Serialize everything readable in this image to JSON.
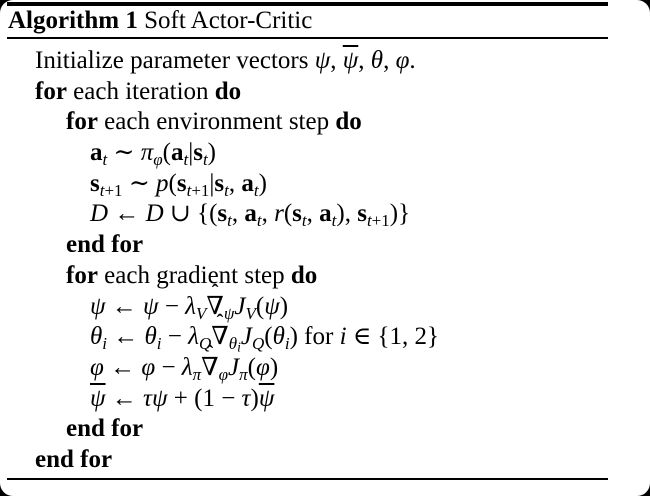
{
  "title": {
    "label": "Algorithm 1",
    "name": "Soft Actor-Critic"
  },
  "algorithm": {
    "lines": [
      {
        "indent": 1,
        "name": "line-initialize",
        "html": "Initialize parameter vectors <i>ψ</i>, <span class='ol'><i>ψ</i></span>, <i>θ</i>, <i>φ</i>."
      },
      {
        "indent": 1,
        "name": "line-for-each-iteration",
        "html": "<b>for</b> each iteration <b>do</b>"
      },
      {
        "indent": 2,
        "name": "line-for-each-environment-step",
        "html": "<b>for</b> each environment step <b>do</b>"
      },
      {
        "indent": 3,
        "name": "line-sample-action",
        "html": "<b>a</b><sub><i>t</i></sub> ∼ <i>π</i><sub><i>φ</i></sub>(<b>a</b><sub><i>t</i></sub>|<b>s</b><sub><i>t</i></sub>)"
      },
      {
        "indent": 3,
        "name": "line-sample-transition",
        "html": "<b>s</b><sub><i>t</i>+1</sub> ∼ <i>p</i>(<b>s</b><sub><i>t</i>+1</sub>|<b>s</b><sub><i>t</i></sub>, <b>a</b><sub><i>t</i></sub>)"
      },
      {
        "indent": 3,
        "name": "line-replay-buffer-update",
        "html": "<i>D</i> ← <i>D</i> ∪ {(<b>s</b><sub><i>t</i></sub>, <b>a</b><sub><i>t</i></sub>, <i>r</i>(<b>s</b><sub><i>t</i></sub>, <b>a</b><sub><i>t</i></sub>), <b>s</b><sub><i>t</i>+1</sub>)}"
      },
      {
        "indent": 2,
        "name": "line-end-for-environment",
        "html": "<b>end for</b>"
      },
      {
        "indent": 2,
        "name": "line-for-each-gradient-step",
        "html": "<b>for</b> each gradient step <b>do</b>"
      },
      {
        "indent": 3,
        "name": "line-update-value-function",
        "html": "<i>ψ</i> ← <i>ψ</i> − <i>λ</i><sub><i>V</i></sub><span class='hat'><span class='hat-mark'>ˆ</span>∇</span><sub><i>ψ</i></sub><i>J</i><sub><i>V</i></sub>(<i>ψ</i>)"
      },
      {
        "indent": 3,
        "name": "line-update-q-functions",
        "html": "<i>θ</i><sub><i>i</i></sub> ← <i>θ</i><sub><i>i</i></sub> − <i>λ</i><sub><i>Q</i></sub><span class='hat'><span class='hat-mark'>ˆ</span>∇</span><sub><i>θ</i><sub><i>i</i></sub></sub><i>J</i><sub><i>Q</i></sub>(<i>θ</i><sub><i>i</i></sub>) for <i>i</i> ∈ {1, 2}"
      },
      {
        "indent": 3,
        "name": "line-update-policy",
        "html": "<i>φ</i> ← <i>φ</i> − <i>λ</i><sub><i>π</i></sub><span class='hat'><span class='hat-mark'>ˆ</span>∇</span><sub><i>φ</i></sub><i>J</i><sub><i>π</i></sub>(<i>φ</i>)"
      },
      {
        "indent": 3,
        "name": "line-update-target-network",
        "html": "<span class='ol'><i>ψ</i></span> ← <i>τψ</i> + (1 − <i>τ</i>)<span class='ol'><i>ψ</i></span>"
      },
      {
        "indent": 2,
        "name": "line-end-for-gradient",
        "html": "<b>end for</b>"
      },
      {
        "indent": 1,
        "name": "line-end-for-iteration",
        "html": "<b>end for</b>"
      }
    ]
  },
  "colors": {
    "text": "#000000",
    "background": "#ffffff",
    "frame": "#000000"
  }
}
